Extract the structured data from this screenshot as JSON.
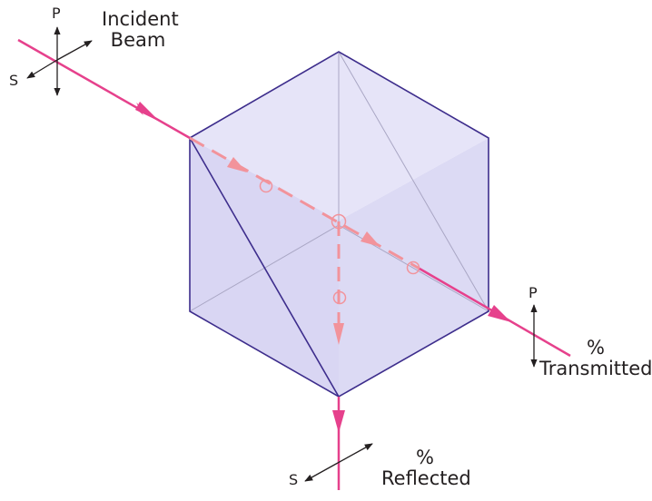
{
  "labels": {
    "incident_line1": "Incident",
    "incident_line2": "Beam",
    "incident_p": "P",
    "incident_s": "S",
    "transmitted_p": "P",
    "transmitted_line1": "%",
    "transmitted_line2": "Transmitted",
    "reflected_s": "S",
    "reflected_line1": "%",
    "reflected_line2": "Reflected"
  },
  "colors": {
    "beam": "#e6418c",
    "internal_beam": "#f2939b",
    "cube_fill": "#dedcf5",
    "cube_top": "#e8e6f9",
    "cube_edge": "#3d2d8c",
    "hidden_edge": "#a9a6c4",
    "arrow": "#231f20"
  }
}
